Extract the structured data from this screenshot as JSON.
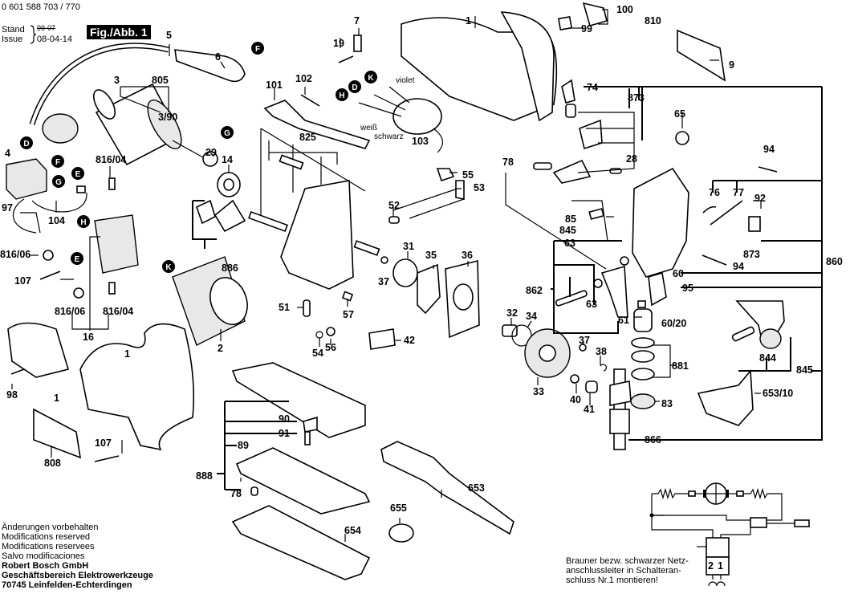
{
  "header": {
    "part_number": "0 601 588 703 / 770",
    "stand_label": "Stand",
    "issue_label": "Issue",
    "old_date_crossed": "99-07",
    "date": "08-04-14",
    "figure_label": "Fig./Abb. 1"
  },
  "footer": {
    "lines": [
      "Änderungen vorbehalten",
      "Modifications reserved",
      "Modifications reservees",
      "Salvo modificaciones"
    ],
    "company": "Robert Bosch GmbH",
    "division": "Geschäftsbereich Elektrowerkzeuge",
    "address": "70745 Leinfelden-Echterdingen"
  },
  "wiring_note": {
    "lines": [
      "Brauner bezw. schwarzer Netz-",
      "anschlussleiter in Schalteran-",
      "schluss Nr.1 montieren!"
    ],
    "terminal_2": "2",
    "terminal_1": "1"
  },
  "wire_colors": {
    "violet": "violet",
    "white": "weiß",
    "black": "schwarz"
  },
  "connectors": {
    "D": "D",
    "E": "E",
    "F": "F",
    "G": "G",
    "H": "H",
    "K": "K"
  },
  "parts": {
    "p1": "1",
    "p2": "2",
    "p3": "3",
    "p3_90": "3/90",
    "p4": "4",
    "p5": "5",
    "p6": "6",
    "p7": "7",
    "p9": "9",
    "p14": "14",
    "p16": "16",
    "p19": "19",
    "p28": "28",
    "p29": "29",
    "p31": "31",
    "p32": "32",
    "p33": "33",
    "p34": "34",
    "p35": "35",
    "p36": "36",
    "p37": "37",
    "p38": "38",
    "p40": "40",
    "p41": "41",
    "p42": "42",
    "p51": "51",
    "p52": "52",
    "p53": "53",
    "p54": "54",
    "p55": "55",
    "p56": "56",
    "p57": "57",
    "p60": "60",
    "p60_20": "60/20",
    "p61": "61",
    "p63": "63",
    "p65": "65",
    "p74": "74",
    "p76": "76",
    "p77": "77",
    "p78": "78",
    "p83": "83",
    "p85": "85",
    "p89": "89",
    "p90": "90",
    "p91": "91",
    "p92": "92",
    "p94": "94",
    "p95": "95",
    "p97": "97",
    "p98": "98",
    "p99": "99",
    "p100": "100",
    "p101": "101",
    "p102": "102",
    "p103": "103",
    "p104": "104",
    "p107": "107",
    "p653": "653",
    "p653_10": "653/10",
    "p654": "654",
    "p655": "655",
    "p805": "805",
    "p808": "808",
    "p810": "810",
    "p816_04": "816/04",
    "p816_06": "816/06",
    "p825": "825",
    "p844": "844",
    "p845": "845",
    "p860": "860",
    "p862": "862",
    "p866": "866",
    "p873": "873",
    "p881": "881",
    "p886": "886",
    "p888": "888"
  }
}
